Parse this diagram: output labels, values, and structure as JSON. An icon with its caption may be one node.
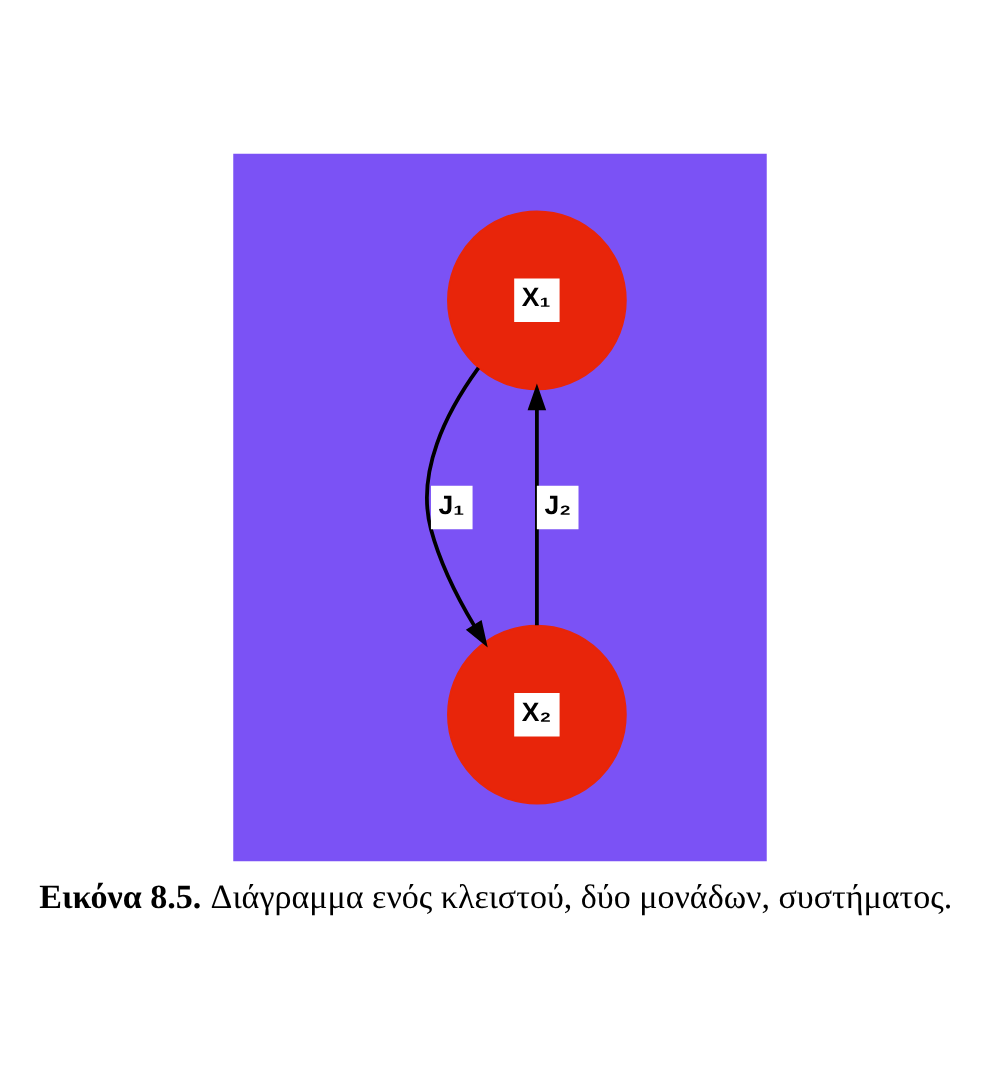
{
  "diagram": {
    "caption": "**Εικόνα 8.5.** Διάγραμμα ενός κλειστού, δύο μονάδων, συστήματος.",
    "nodes": [
      {
        "text": [],
        "shape": "box"
      },
      {
        "text": [
          "X₁"
        ],
        "in": 0
      },
      {
        "text": [
          "X₂"
        ],
        "in": 0
      }
    ],
    "edges": [
      {
        "from": 1,
        "to": 2,
        "arrow": "to",
        "label": "J₁"
      },
      {
        "from": 2,
        "to": 1,
        "arrow": "to",
        "label": "J₂"
      }
    ]
  }
}
